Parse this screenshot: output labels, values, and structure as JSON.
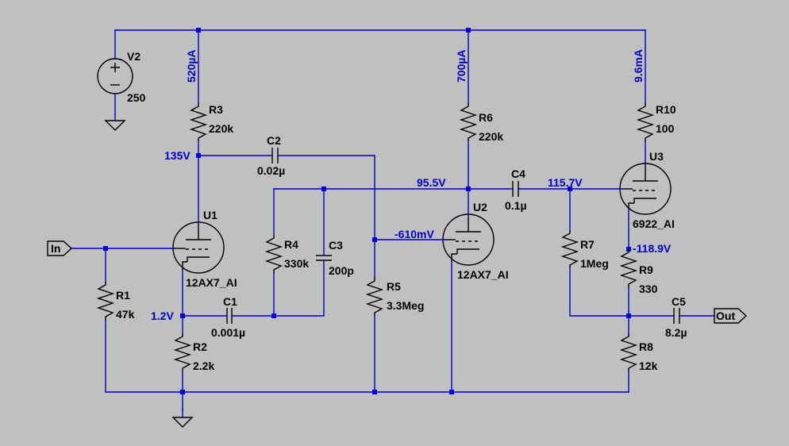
{
  "components": {
    "V2": {
      "name": "V2",
      "value": "250"
    },
    "R1": {
      "name": "R1",
      "value": "47k"
    },
    "R2": {
      "name": "R2",
      "value": "2.2k"
    },
    "R3": {
      "name": "R3",
      "value": "220k"
    },
    "R4": {
      "name": "R4",
      "value": "330k"
    },
    "R5": {
      "name": "R5",
      "value": "3.3Meg"
    },
    "R6": {
      "name": "R6",
      "value": "220k"
    },
    "R7": {
      "name": "R7",
      "value": "1Meg"
    },
    "R8": {
      "name": "R8",
      "value": "12k"
    },
    "R9": {
      "name": "R9",
      "value": "330"
    },
    "R10": {
      "name": "R10",
      "value": "100"
    },
    "C1": {
      "name": "C1",
      "value": "0.001µ"
    },
    "C2": {
      "name": "C2",
      "value": "0.02µ"
    },
    "C3": {
      "name": "C3",
      "value": "200p"
    },
    "C4": {
      "name": "C4",
      "value": "0.1µ"
    },
    "C5": {
      "name": "C5",
      "value": "8.2µ"
    },
    "U1": {
      "name": "U1",
      "value": "12AX7_AI"
    },
    "U2": {
      "name": "U2",
      "value": "12AX7_AI"
    },
    "U3": {
      "name": "U3",
      "value": "6922_AI"
    }
  },
  "operating_points": {
    "i_r3": "520µA",
    "i_r6": "700µA",
    "i_r10": "9.6mA",
    "v_u1_plate": "135V",
    "v_u1_cathode": "1.2V",
    "v_u2_plate": "95.5V",
    "v_u2_grid": "-610mV",
    "v_u3_grid": "115.7V",
    "v_u3_cathode": "-118.9V"
  },
  "ports": {
    "input": "In",
    "output": "Out"
  },
  "colors": {
    "background": "#c0c0c0",
    "wire": "#0000c8",
    "junction": "#0000e0",
    "component": "#000000"
  }
}
